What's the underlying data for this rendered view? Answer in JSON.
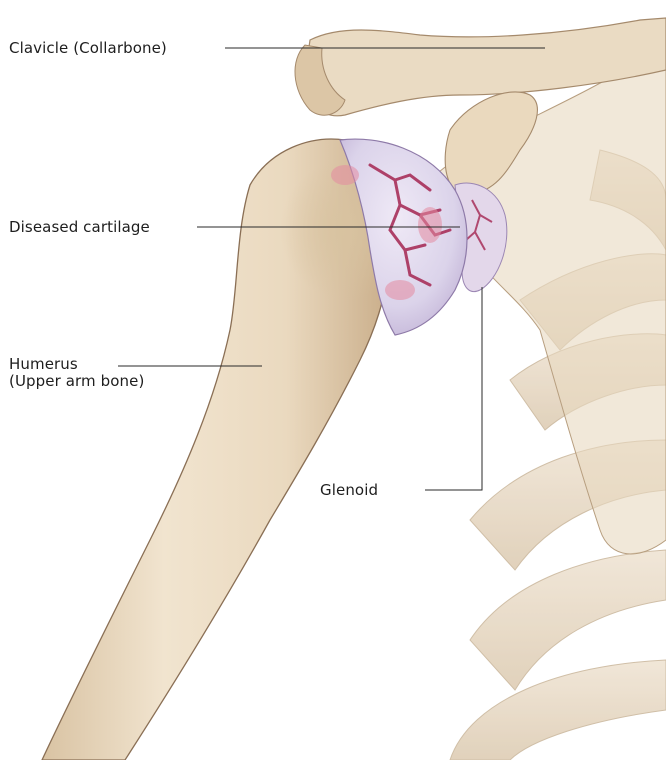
{
  "labels": {
    "clavicle": "Clavicle (Collarbone)",
    "cartilage": "Diseased cartilage",
    "humerus_line1": "Humerus",
    "humerus_line2": "(Upper arm bone)",
    "glenoid": "Glenoid"
  },
  "colors": {
    "bone": "#ecdcc4",
    "bone_shadow": "#cdb493",
    "bone_outline": "#8a6f55",
    "cartilage": "#dcd6ea",
    "damage": "#a8305a",
    "leader_line": "#2a2a2a"
  }
}
